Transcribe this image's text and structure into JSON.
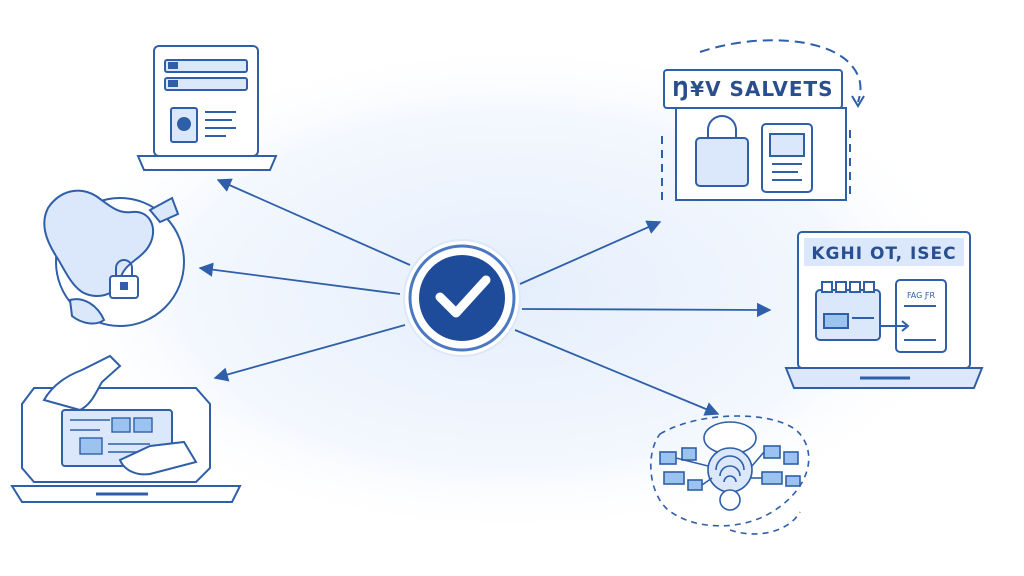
{
  "nodes": {
    "top_right_label": "Ŋ¥V SALVETS",
    "mid_right_label": "KGHI OT, ISEC",
    "mid_right_screen_text": "FAG ƑR"
  },
  "colors": {
    "primary": "#2f5fa8",
    "dark": "#1f3f85",
    "light_fill": "#dbe8fb",
    "glow": "#e8f0fc",
    "screen_blue": "#9cc3f0"
  },
  "icons": [
    "checkmark-icon",
    "document-laptop-icon",
    "globe-lock-icon",
    "hand-tablet-icon",
    "store-lock-icon",
    "laptop-transfer-icon",
    "fingerprint-network-icon"
  ]
}
